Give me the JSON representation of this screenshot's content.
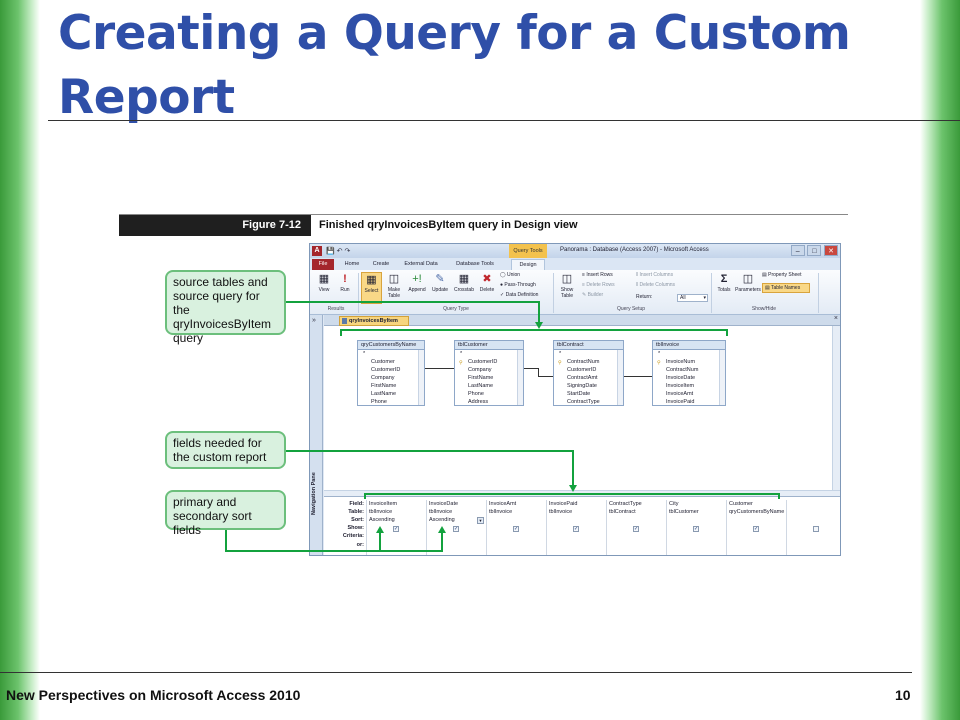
{
  "slide": {
    "title": "Creating a Query for a Custom Report",
    "footer": "New Perspectives on Microsoft Access 2010",
    "page_number": "10"
  },
  "figure": {
    "label": "Figure 7-12",
    "caption": "Finished qryInvoicesByItem query in Design view"
  },
  "window": {
    "app_icon": "A",
    "context_tab": "Query Tools",
    "title": "Panorama : Database (Access 2007) - Microsoft Access",
    "controls": [
      "–",
      "□",
      "✕"
    ]
  },
  "tabs": [
    "File",
    "Home",
    "Create",
    "External Data",
    "Database Tools",
    "Design"
  ],
  "ribbon": {
    "results": {
      "buttons": [
        "View",
        "Run"
      ],
      "label": "Results"
    },
    "query_type": {
      "buttons": [
        "Select",
        "Make Table",
        "Append",
        "Update",
        "Crosstab",
        "Delete"
      ],
      "small": [
        "Union",
        "Pass-Through",
        "Data Definition"
      ],
      "label": "Query Type"
    },
    "query_setup": {
      "show_table": "Show Table",
      "small": [
        "Insert Rows",
        "Delete Rows",
        "Builder",
        "Insert Columns",
        "Delete Columns"
      ],
      "return_label": "Return:",
      "return_value": "All",
      "label": "Query Setup"
    },
    "show_hide": {
      "buttons": [
        "Totals",
        "Parameters"
      ],
      "small": [
        "Property Sheet",
        "Table Names"
      ],
      "label": "Show/Hide"
    }
  },
  "nav_pane": {
    "label": "Navigation Pane",
    "toggle": "»"
  },
  "document_tab": "qryInvoicesByItem",
  "field_lists": [
    {
      "title": "qryCustomersByName",
      "fields": [
        "*",
        "Customer",
        "CustomerID",
        "Company",
        "FirstName",
        "LastName",
        "Phone"
      ]
    },
    {
      "title": "tblCustomer",
      "fields": [
        "*",
        "CustomerID",
        "Company",
        "FirstName",
        "LastName",
        "Phone",
        "Address"
      ]
    },
    {
      "title": "tblContract",
      "fields": [
        "*",
        "ContractNum",
        "CustomerID",
        "ContractAmt",
        "SigningDate",
        "StartDate",
        "ContractType"
      ]
    },
    {
      "title": "tblInvoice",
      "fields": [
        "*",
        "InvoiceNum",
        "ContractNum",
        "InvoiceDate",
        "InvoiceItem",
        "InvoiceAmt",
        "InvoicePaid"
      ]
    }
  ],
  "grid": {
    "row_labels": [
      "Field:",
      "Table:",
      "Sort:",
      "Show:",
      "Criteria:",
      "or:"
    ],
    "columns": [
      {
        "field": "InvoiceItem",
        "table": "tblInvoice",
        "sort": "Ascending",
        "show": "✓"
      },
      {
        "field": "InvoiceDate",
        "table": "tblInvoice",
        "sort": "Ascending",
        "show": "✓"
      },
      {
        "field": "InvoiceAmt",
        "table": "tblInvoice",
        "sort": "",
        "show": "✓"
      },
      {
        "field": "InvoicePaid",
        "table": "tblInvoice",
        "sort": "",
        "show": "✓"
      },
      {
        "field": "ContractType",
        "table": "tblContract",
        "sort": "",
        "show": "✓"
      },
      {
        "field": "City",
        "table": "tblCustomer",
        "sort": "",
        "show": "✓"
      },
      {
        "field": "Customer",
        "table": "qryCustomersByName",
        "sort": "",
        "show": "✓"
      },
      {
        "field": "",
        "table": "",
        "sort": "",
        "show": ""
      }
    ]
  },
  "callouts": [
    "source tables and source query for the qryInvoicesByItem query",
    "fields needed for the custom report",
    "primary and secondary sort fields"
  ],
  "colors": {
    "title": "#2f4fa8",
    "callout_fill": "#d9f1df",
    "callout_line": "#13a23e"
  }
}
